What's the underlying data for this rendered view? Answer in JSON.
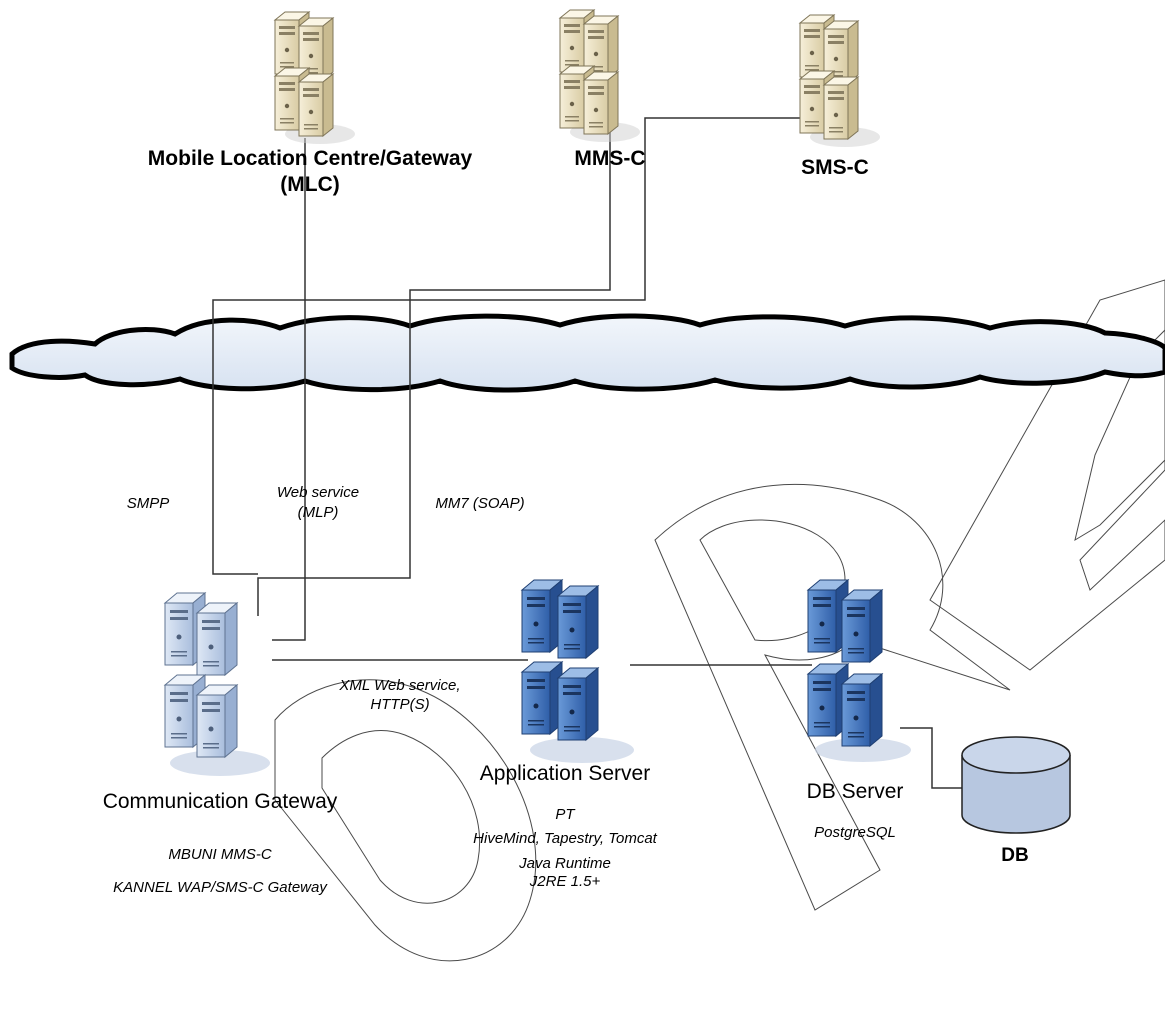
{
  "nodes": {
    "mlc": {
      "line1": "Mobile Location Centre/Gateway",
      "line2": "(MLC)",
      "icon": "server-cluster-beige-icon"
    },
    "mmsc": {
      "label": "MMS-C",
      "icon": "server-cluster-beige-icon"
    },
    "smsc": {
      "label": "SMS-C",
      "icon": "server-cluster-beige-icon"
    },
    "comm_gateway": {
      "label": "Communication Gateway",
      "icon": "server-cluster-lightblue-icon",
      "details": [
        "MBUNI MMS-C",
        "KANNEL WAP/SMS-C Gateway"
      ]
    },
    "app_server": {
      "label": "Application Server",
      "icon": "server-cluster-blue-icon",
      "details": [
        "PT",
        "HiveMind, Tapestry, Tomcat",
        "Java Runtime",
        "J2RE 1.5+"
      ]
    },
    "db_server": {
      "label": "DB Server",
      "icon": "server-cluster-blue-icon",
      "details": [
        "PostgreSQL"
      ]
    },
    "db": {
      "label": "DB",
      "icon": "database-cylinder-icon"
    }
  },
  "protocols": {
    "smpp": "SMPP",
    "web_service_line1": "Web service",
    "web_service_line2": "(MLP)",
    "mm7": "MM7 (SOAP)",
    "xml_line1": "XML Web service,",
    "xml_line2": "HTTP(S)"
  },
  "watermark": "DRAFT",
  "colors": {
    "beige_server": "#ede3c4",
    "lightblue_server": "#c3d3ea",
    "blue_server": "#4d7fc6",
    "db_fill": "#b7c7e0",
    "cloud_fill": "#e4ecf7"
  }
}
